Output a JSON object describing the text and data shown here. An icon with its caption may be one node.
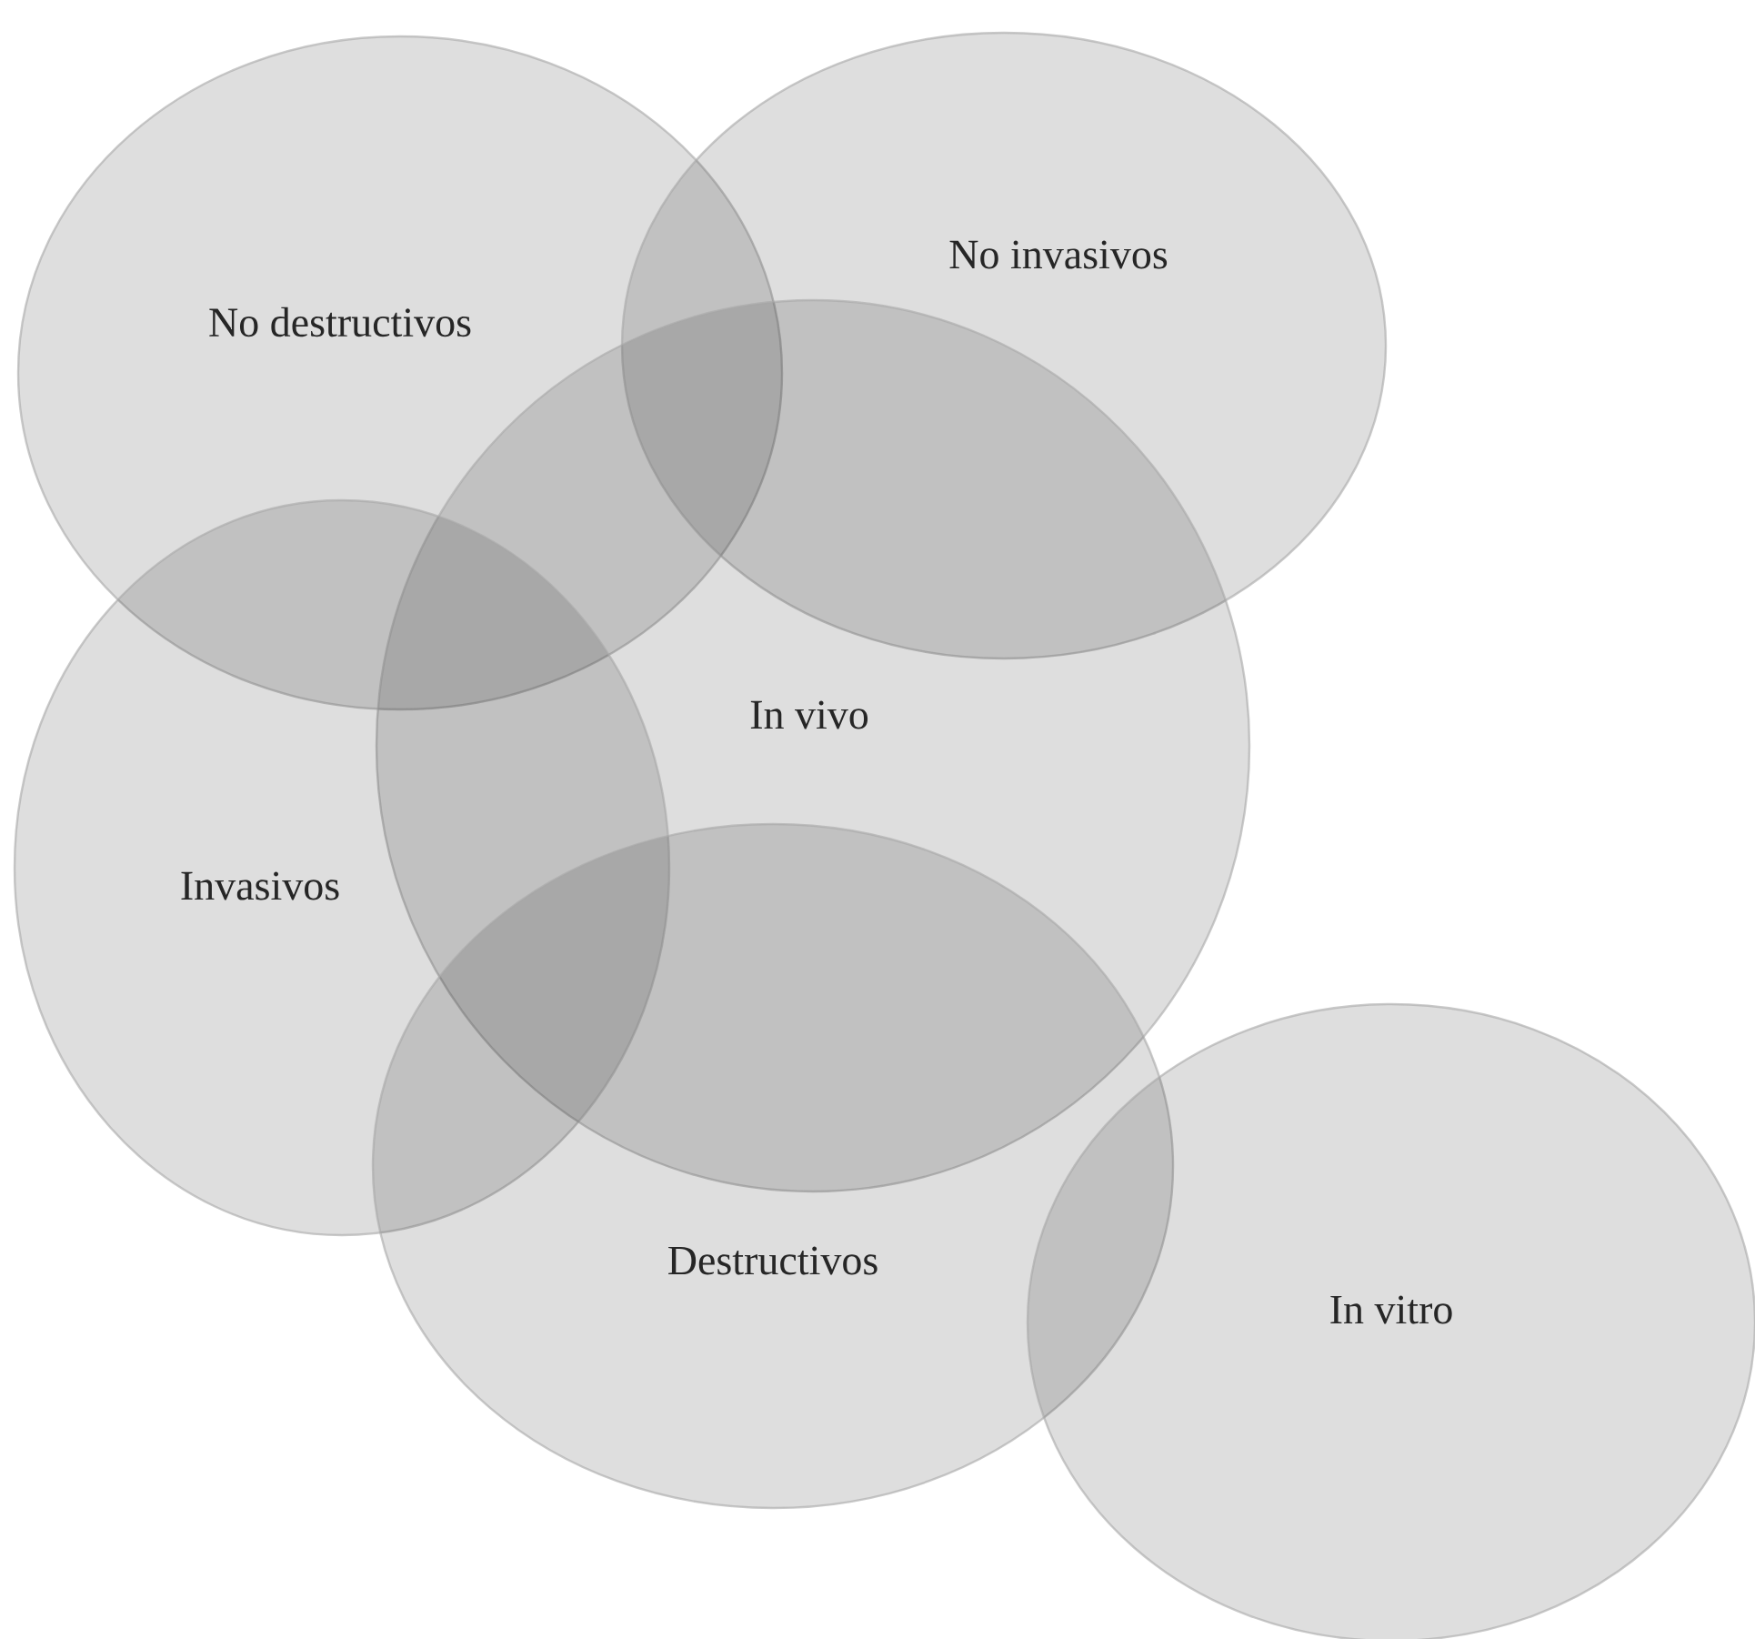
{
  "diagram": {
    "nodes": [
      {
        "text": [
          "No destructivos"
        ]
      },
      {
        "text": [
          "No invasivos"
        ]
      },
      {
        "text": [
          "In vivo"
        ]
      },
      {
        "text": [
          "Invasivos"
        ]
      },
      {
        "text": [
          "Destructivos"
        ]
      },
      {
        "text": [
          "In vitro"
        ]
      }
    ]
  }
}
